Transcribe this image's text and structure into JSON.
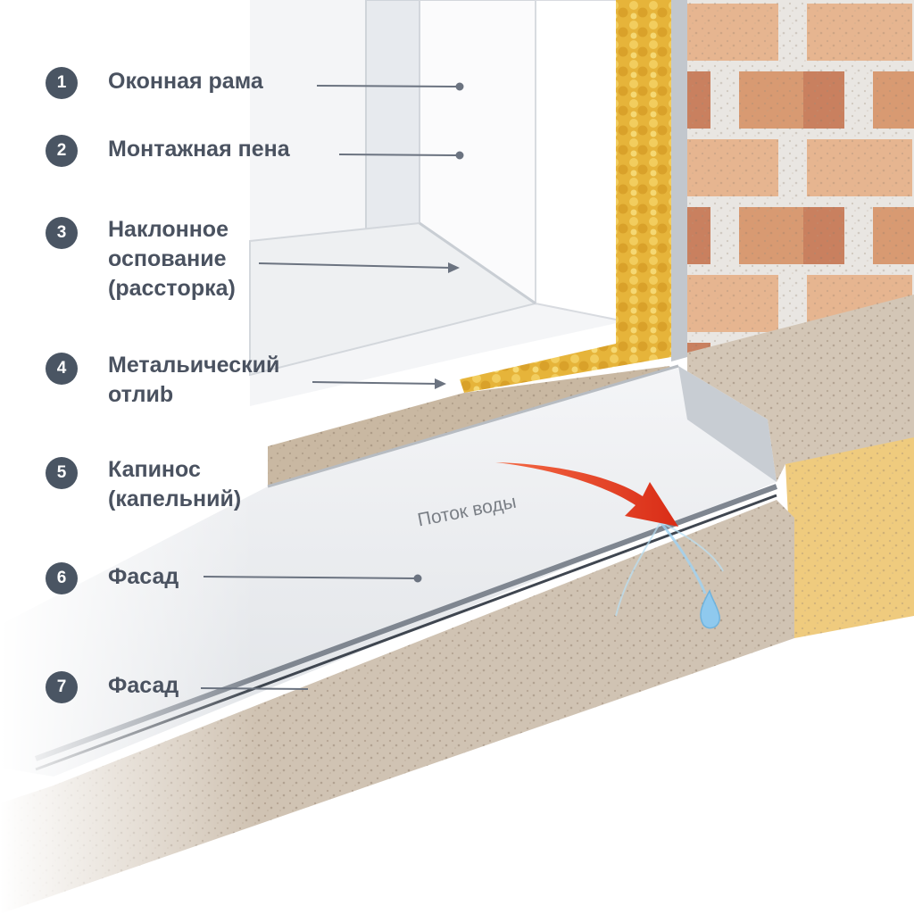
{
  "diagram": {
    "callouts": [
      {
        "number": "1",
        "text": "Оконная рама"
      },
      {
        "number": "2",
        "text": "Монтажная пена"
      },
      {
        "number": "3",
        "text": "Наклонное\nоспование\n(расстoрка)"
      },
      {
        "number": "4",
        "text": "Метальический\nотлиb"
      },
      {
        "number": "5",
        "text": "Капинос\n(капельний)"
      },
      {
        "number": "6",
        "text": "Фасад"
      },
      {
        "number": "7",
        "text": "Фасад"
      }
    ],
    "water_flow_label": "Поток воды"
  },
  "colors": {
    "badge": "#4a5563",
    "label": "#4a5260",
    "arrow": "#e63a1e",
    "brick_red": "#c47a5a",
    "brick_light": "#e8b98f",
    "brick_yellow": "#edc77a",
    "foam": "#e3b23a",
    "concrete": "#cdbfae",
    "metal": "#d9dde2",
    "water": "#8fc9ee"
  }
}
